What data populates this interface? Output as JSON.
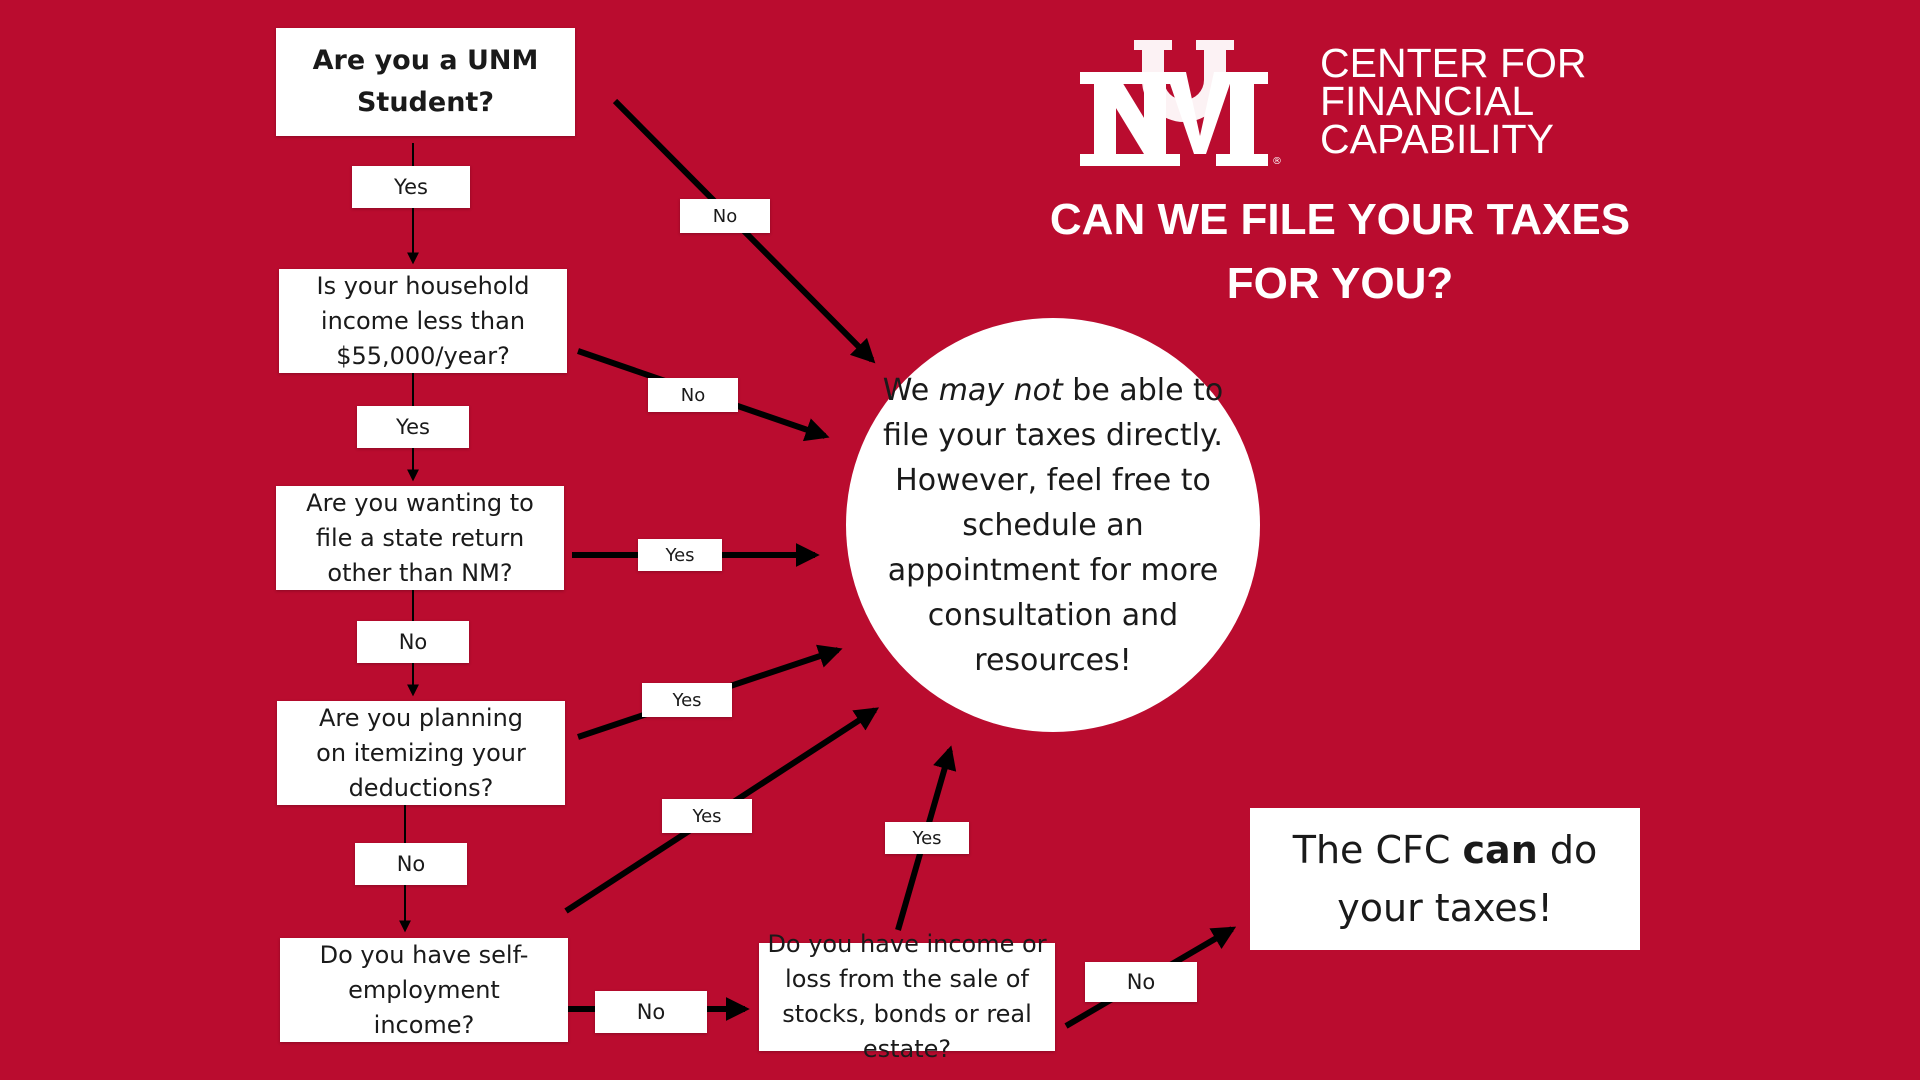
{
  "header": {
    "logo_lines": [
      "CENTER FOR",
      "FINANCIAL",
      "CAPABILITY"
    ],
    "title_line1": "CAN WE FILE YOUR TAXES",
    "title_line2": "FOR YOU?"
  },
  "questions": {
    "q1": "Are you a UNM Student?",
    "q2": "Is your household income less than $55,000/year?",
    "q3": "Are you wanting to file a state return other than NM?",
    "q4": "Are you planning on itemizing your deductions?",
    "q5": "Do you have self-employment income?",
    "q6": "Do you have income or loss from the sale of stocks, bonds or real estate?"
  },
  "labels": {
    "q1_yes": "Yes",
    "q1_no": "No",
    "q2_yes": "Yes",
    "q2_no": "No",
    "q3_yes": "Yes",
    "q3_no": "No",
    "q4_yes": "Yes",
    "q4_no": "No",
    "q5_yes": "Yes",
    "q5_no": "No",
    "q6_yes": "Yes",
    "q6_no": "No"
  },
  "outcomes": {
    "maybe_pre": "We ",
    "maybe_em": "may not",
    "maybe_post": " be able to file your taxes directly. However, feel free to schedule an appointment for more consultation and resources!",
    "can_pre": "The CFC ",
    "can_strong": "can",
    "can_post": " do your taxes!"
  },
  "colors": {
    "background": "#BA0C2F",
    "box": "#FFFFFF",
    "arrow": "#000000"
  }
}
